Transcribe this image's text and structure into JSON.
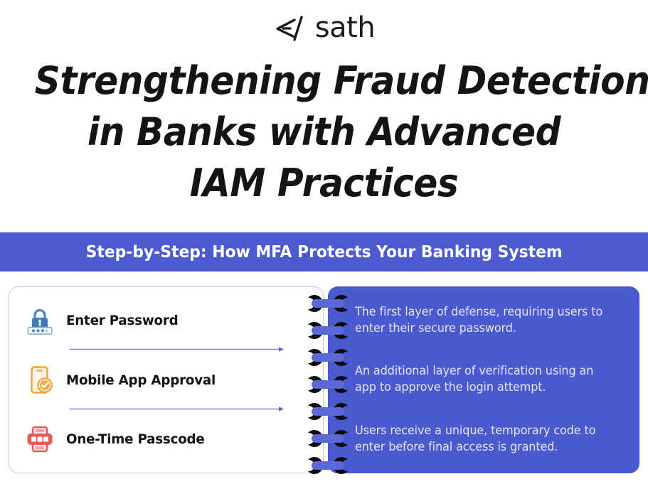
{
  "brand": {
    "logo_text": "sath",
    "logo_mark": "code-slash-mark"
  },
  "title": {
    "line1": "Strengthening Fraud Detection",
    "line2": "in Banks with Advanced",
    "line3": "IAM Practices"
  },
  "banner": {
    "text": "Step-by-Step: How MFA Protects Your Banking System",
    "background": "#4d5ad0",
    "color": "#ffffff"
  },
  "colors": {
    "accent_purple": "#4a5acd",
    "banner_purple": "#4d5ad0",
    "card_border": "#c3c4ee",
    "arrow": "#7a86e0",
    "ring_bar": "#5b68d6",
    "ring_end": "#0b0b12",
    "icon_lock_blue": "#3f78b5",
    "icon_phone_orange": "#f0a83c",
    "icon_token_red": "#e8595a",
    "title_black": "#141414"
  },
  "steps": [
    {
      "icon": "padlock-password-icon",
      "label": "Enter Password",
      "description": "The first layer of defense, requiring users to enter their secure password."
    },
    {
      "icon": "mobile-phone-check-icon",
      "label": "Mobile App Approval",
      "description": "An additional layer of verification using an app to approve the login attempt."
    },
    {
      "icon": "otp-token-device-icon",
      "label": "One-Time Passcode",
      "description": "Users receive a unique, temporary code to enter before final access is granted."
    }
  ],
  "spiral": {
    "ring_count": 7
  }
}
